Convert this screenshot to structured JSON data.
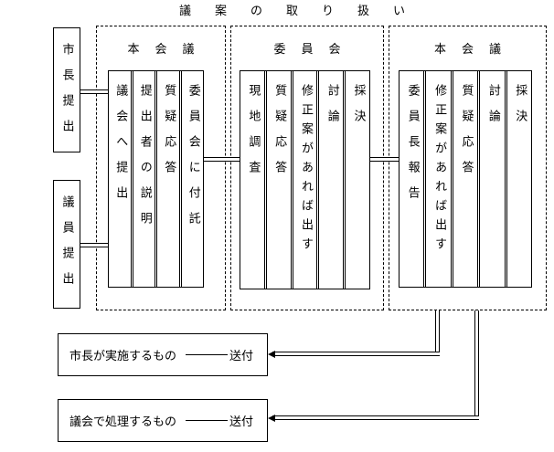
{
  "title": "議案の取り扱い",
  "colors": {
    "ink": "#000000",
    "background": "#ffffff"
  },
  "sources": [
    {
      "label": "市長提出"
    },
    {
      "label": "議員提出"
    }
  ],
  "stages": [
    {
      "label": "本会議",
      "steps": [
        "議会へ提出",
        "提出者の説明",
        "質疑応答",
        "委員会に付託"
      ]
    },
    {
      "label": "委員会",
      "steps": [
        "現地調査",
        "質疑応答",
        "修正案があれば出す",
        "討論",
        "採決"
      ]
    },
    {
      "label": "本会議",
      "steps": [
        "委員長報告",
        "修正案があれば出す",
        "質疑応答",
        "討論",
        "採決"
      ]
    }
  ],
  "outputs": [
    {
      "label": "市長が実施するもの",
      "suffix": "送付"
    },
    {
      "label": "議会で処理するもの",
      "suffix": "送付"
    }
  ]
}
